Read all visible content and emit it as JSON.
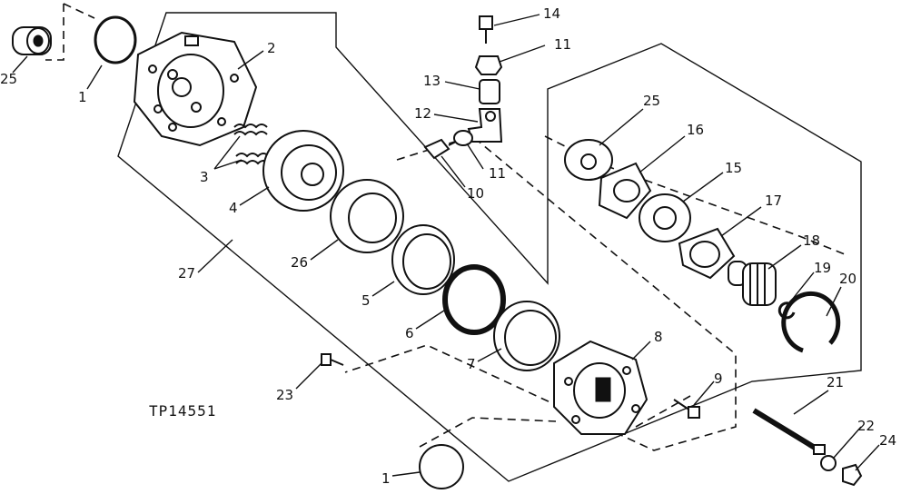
{
  "figure_id": "TP14551",
  "callouts": {
    "c25a": "25",
    "c1a": "1",
    "c2": "2",
    "c3": "3",
    "c4": "4",
    "c27": "27",
    "c26": "26",
    "c5": "5",
    "c6": "6",
    "c7": "7",
    "c8": "8",
    "c9": "9",
    "c23": "23",
    "c1b": "1",
    "c14": "14",
    "c11a": "11",
    "c13": "13",
    "c12": "12",
    "c11b": "11",
    "c10": "10",
    "c25b": "25",
    "c16": "16",
    "c15": "15",
    "c17": "17",
    "c18": "18",
    "c19": "19",
    "c20": "20",
    "c21": "21",
    "c22": "22",
    "c24": "24"
  }
}
